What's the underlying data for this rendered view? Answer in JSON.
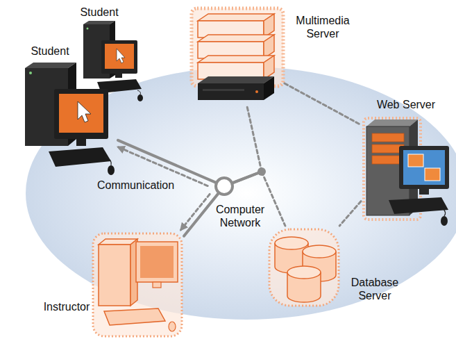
{
  "diagram": {
    "nodes": [
      {
        "text": [
          "Student"
        ]
      },
      {
        "text": [
          "Multimedia Server"
        ]
      },
      {
        "text": [
          "Student"
        ]
      },
      {
        "text": [
          "Web Server"
        ]
      },
      {
        "text": [
          "Computer Network"
        ]
      },
      {
        "text": [
          "Instructor"
        ]
      },
      {
        "text": [
          "Database Server"
        ]
      }
    ],
    "edges": [
      {
        "from": 4,
        "to": 2,
        "arrow": "to"
      },
      {
        "from": 4,
        "to": 5,
        "arrow": "to"
      },
      {
        "from": 4,
        "to": 1,
        "arrow": "none"
      },
      {
        "from": 4,
        "to": 6,
        "arrow": "none"
      },
      {
        "from": 1,
        "to": 3,
        "arrow": "none"
      },
      {
        "from": 3,
        "to": 6,
        "arrow": "none"
      }
    ],
    "labels": [
      "Communication"
    ]
  }
}
